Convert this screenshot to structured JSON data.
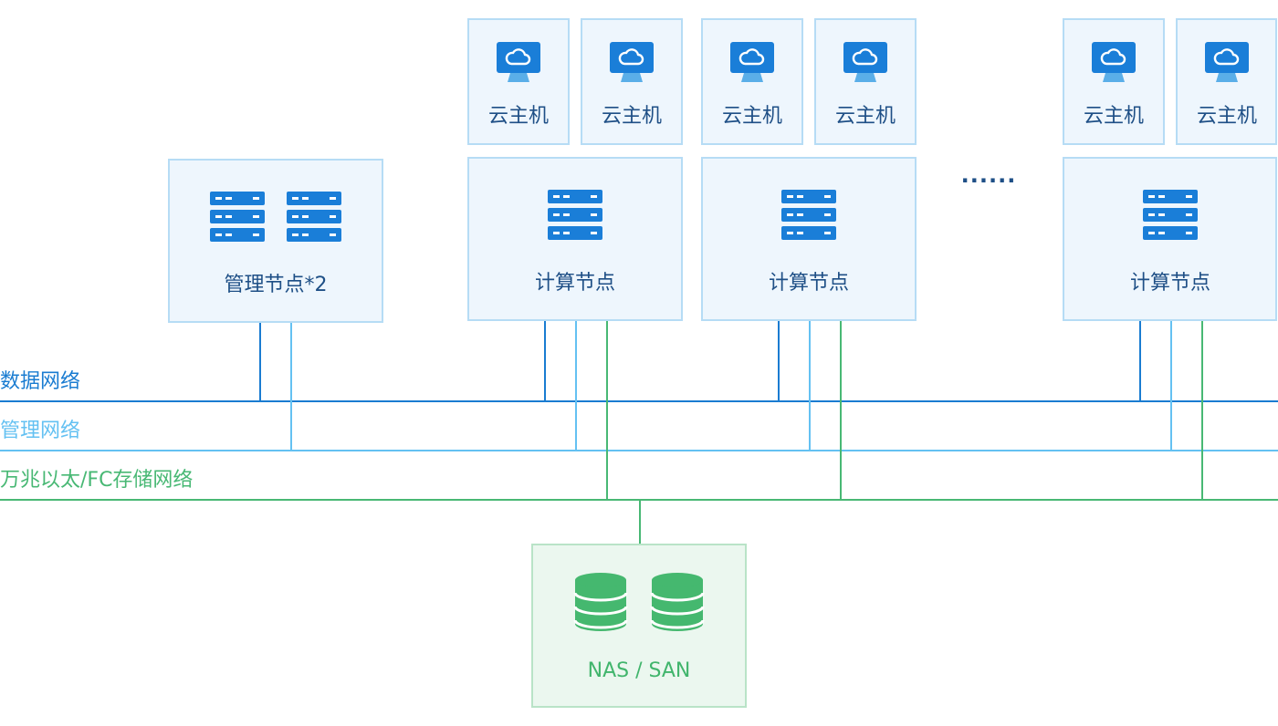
{
  "colors": {
    "data_network": "#1a7cd1",
    "mgmt_network": "#64c1f2",
    "storage_network": "#48b874",
    "node_label": "#1e4f86",
    "icon_blue": "#1a7ed8",
    "storage_icon": "#45b86f"
  },
  "networks": {
    "data": "数据网络",
    "management": "管理网络",
    "storage": "万兆以太/FC存储网络"
  },
  "management_node": {
    "label": "管理节点*2",
    "icon": "server-icon"
  },
  "compute_nodes": [
    {
      "label": "计算节点",
      "vms": [
        "云主机",
        "云主机"
      ]
    },
    {
      "label": "计算节点",
      "vms": [
        "云主机",
        "云主机"
      ]
    },
    {
      "label": "计算节点",
      "vms": [
        "云主机",
        "云主机"
      ]
    }
  ],
  "ellipsis": "······",
  "storage": {
    "label": "NAS / SAN",
    "icon": "database-icon"
  },
  "icons": {
    "vm": "cloud-monitor-icon",
    "server": "server-icon",
    "storage": "database-icon"
  }
}
